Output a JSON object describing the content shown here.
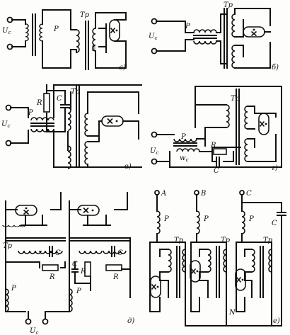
{
  "panels": {
    "a": {
      "tag": "а)",
      "choke": "P",
      "transformer": "Тр",
      "source": "U",
      "source_sub": "c"
    },
    "b": {
      "tag": "б)",
      "choke": "P",
      "transformer": "Тр",
      "source": "U",
      "source_sub": "c"
    },
    "v": {
      "tag": "в)",
      "choke": "P",
      "transformer": "Тр",
      "source": "U",
      "source_sub": "c",
      "resistor": "R",
      "capacitor": "C"
    },
    "g": {
      "tag": "г)",
      "choke": "P",
      "transformer": "Тр",
      "source": "U",
      "source_sub": "c",
      "winding": "w",
      "winding_sub": "c",
      "resistor": "R",
      "capacitor": "C"
    },
    "d": {
      "tag": "д)",
      "choke": "P",
      "transformer": "Тр",
      "source": "U",
      "source_sub": "c",
      "capacitor": "C",
      "resistor": "R"
    },
    "e": {
      "tag": "е)",
      "phases": [
        "A",
        "B",
        "C"
      ],
      "choke": "P",
      "transformer": "Тр",
      "neutral": "N",
      "capacitor": "C"
    }
  }
}
